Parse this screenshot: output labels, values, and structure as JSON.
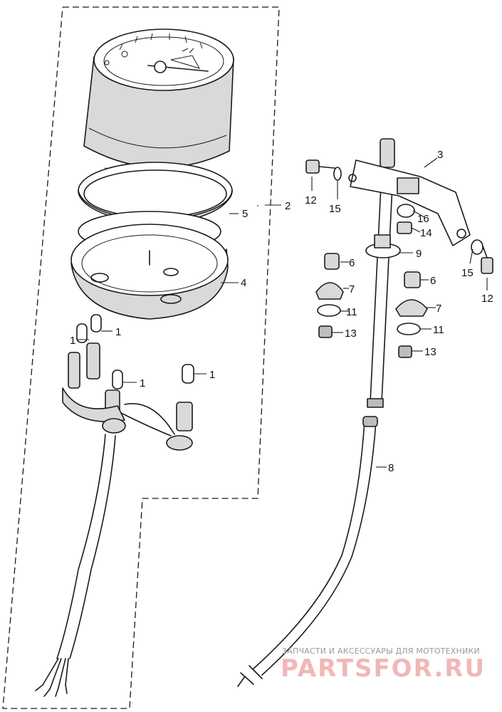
{
  "diagram": {
    "part_labels": {
      "p1a": "1",
      "p1b": "1",
      "p1c": "1",
      "p1d": "1",
      "p2": "2",
      "p3": "3",
      "p4": "4",
      "p5": "5",
      "p6a": "6",
      "p6b": "6",
      "p7a": "7",
      "p7b": "7",
      "p8": "8",
      "p9": "9",
      "p11a": "11",
      "p11b": "11",
      "p12a": "12",
      "p12b": "12",
      "p13a": "13",
      "p13b": "13",
      "p14": "14",
      "p15a": "15",
      "p15b": "15",
      "p16": "16"
    }
  },
  "watermark": {
    "tagline": "ЗАПЧАСТИ И АКСЕССУАРЫ ДЛЯ МОТОТЕХНИКИ",
    "site": "PARTSFOR.RU"
  },
  "colors": {
    "ink": "#1a1a1a",
    "watermark_logo": "#f2b7b7",
    "watermark_text": "#9a9a9a"
  }
}
